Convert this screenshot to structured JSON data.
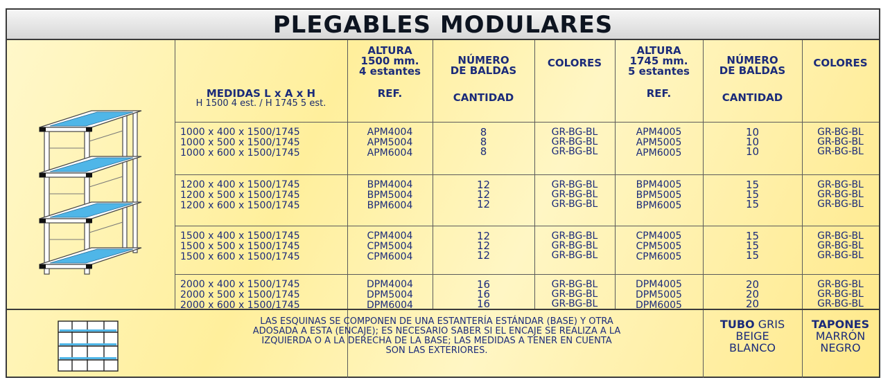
{
  "title": "PLEGABLES MODULARES",
  "headers": {
    "h1500": [
      "ALTURA",
      "1500 mm.",
      "4 estantes"
    ],
    "baldas1": [
      "NÚMERO",
      "DE BALDAS"
    ],
    "colores1": "COLORES",
    "h1745": [
      "ALTURA",
      "1745 mm.",
      "5 estantes"
    ],
    "baldas2": [
      "NÚMERO",
      "DE BALDAS"
    ],
    "colores2": "COLORES"
  },
  "subheaders": {
    "medidas": "MEDIDAS L x A x H",
    "medidas_note": "H 1500 4 est. / H 1745 5 est.",
    "ref1": "REF.",
    "cantidad1": "CANTIDAD",
    "ref2": "REF.",
    "cantidad2": "CANTIDAD"
  },
  "groups": [
    {
      "dims": [
        "1000 x 400 x 1500/1745",
        "1000 x 500 x 1500/1745",
        "1000 x 600 x 1500/1745"
      ],
      "ref1": [
        "APM4004",
        "APM5004",
        "APM6004"
      ],
      "qty1": [
        "8",
        "8",
        "8"
      ],
      "col1": [
        "GR-BG-BL",
        "GR-BG-BL",
        "GR-BG-BL"
      ],
      "ref2": [
        "APM4005",
        "APM5005",
        "APM6005"
      ],
      "qty2": [
        "10",
        "10",
        "10"
      ],
      "col2": [
        "GR-BG-BL",
        "GR-BG-BL",
        "GR-BG-BL"
      ]
    },
    {
      "dims": [
        "1200 x 400 x 1500/1745",
        "1200 x 500 x 1500/1745",
        "1200 x 600 x 1500/1745"
      ],
      "ref1": [
        "BPM4004",
        "BPM5004",
        "BPM6004"
      ],
      "qty1": [
        "12",
        "12",
        "12"
      ],
      "col1": [
        "GR-BG-BL",
        "GR-BG-BL",
        "GR-BG-BL"
      ],
      "ref2": [
        "BPM4005",
        "BPM5005",
        "BPM6005"
      ],
      "qty2": [
        "15",
        "15",
        "15"
      ],
      "col2": [
        "GR-BG-BL",
        "GR-BG-BL",
        "GR-BG-BL"
      ]
    },
    {
      "dims": [
        "1500 x 400 x 1500/1745",
        "1500 x 500 x 1500/1745",
        "1500 x 600 x 1500/1745"
      ],
      "ref1": [
        "CPM4004",
        "CPM5004",
        "CPM6004"
      ],
      "qty1": [
        "12",
        "12",
        "12"
      ],
      "col1": [
        "GR-BG-BL",
        "GR-BG-BL",
        "GR-BG-BL"
      ],
      "ref2": [
        "CPM4005",
        "CPM5005",
        "CPM6005"
      ],
      "qty2": [
        "15",
        "15",
        "15"
      ],
      "col2": [
        "GR-BG-BL",
        "GR-BG-BL",
        "GR-BG-BL"
      ]
    },
    {
      "dims": [
        "2000 x 400 x 1500/1745",
        "2000 x 500 x 1500/1745",
        "2000 x 600 x 1500/1745"
      ],
      "ref1": [
        "DPM4004",
        "DPM5004",
        "DPM6004"
      ],
      "qty1": [
        "16",
        "16",
        "16"
      ],
      "col1": [
        "GR-BG-BL",
        "GR-BG-BL",
        "GR-BG-BL"
      ],
      "ref2": [
        "DPM4005",
        "DPM5005",
        "DPM6005"
      ],
      "qty2": [
        "20",
        "20",
        "20"
      ],
      "col2": [
        "GR-BG-BL",
        "GR-BG-BL",
        "GR-BG-BL"
      ]
    }
  ],
  "footer": {
    "note": [
      "LAS  ESQUINAS SE COMPONEN DE UNA ESTANTERÍA ESTÁNDAR (BASE) Y OTRA",
      "ADOSADA A ESTA (ENCAJE); ES NECESARIO SABER SI EL ENCAJE SE REALIZA A LA",
      "IZQUIERDA O A LA DERECHA DE LA BASE; LAS MEDIDAS A TENER EN CUENTA",
      "SON LAS EXTERIORES."
    ],
    "tubo_label": "TUBO",
    "tubo_rest": [
      "GRIS",
      "BEIGE",
      "BLANCO"
    ],
    "tapones_label": "TAPONES",
    "tapones_rest": [
      "MARRÓN",
      "NEGRO"
    ]
  },
  "colors": {
    "text": "#1b2b7a",
    "background": "#fff3b0",
    "shelf_blue": "#4fb6e8",
    "title_bg": "#dddddd"
  }
}
